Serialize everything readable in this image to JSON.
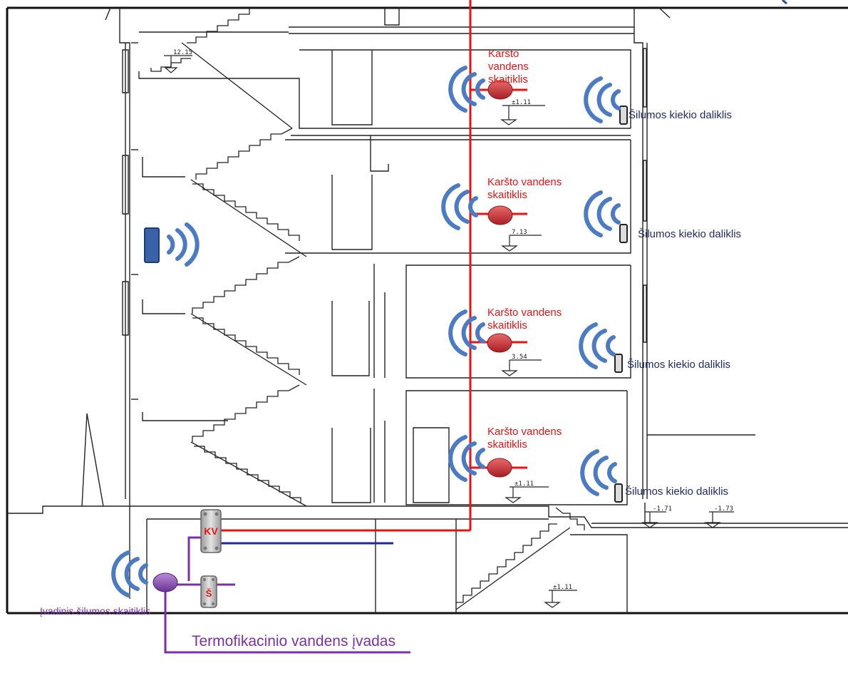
{
  "colors": {
    "hot_water_pipe": "#ee1111",
    "cold_pipe": "#1f2a9a",
    "district_heating": "#7b2fa8",
    "wireless": "#4a7bc4",
    "meter_red": "#c0282d",
    "meter_purple": "#8a4fb3",
    "building_lines": "#222222",
    "label_navy": "#1f2a6b"
  },
  "icons": {
    "wireless": "wireless-signal-icon",
    "hot_water_meter": "hot-water-meter-icon",
    "heat_allocator": "heat-cost-allocator-icon",
    "gateway": "data-collector-icon",
    "heat_exchanger": "heat-exchanger-icon"
  },
  "floors": [
    {
      "hot_water_meter": "Karšto vandens skaitiklis",
      "heat_allocator": "Šilumos kiekio daliklis",
      "level": "±1.11"
    },
    {
      "hot_water_meter": "Karšto vandens skaitiklis",
      "heat_allocator": "Šilumos kiekio daliklis",
      "level": "7.13"
    },
    {
      "hot_water_meter": "Karšto vandens skaitiklis",
      "heat_allocator": "Šilumos kiekio daliklis",
      "level": "3.54"
    },
    {
      "hot_water_meter": "Karšto vandens skaitiklis",
      "heat_allocator": "Šilumos kiekio daliklis",
      "level": "±1.11"
    }
  ],
  "stair_level": "12.15",
  "ground_levels": [
    "-1.71",
    "-1.73"
  ],
  "basement_level": "±1.11",
  "basement": {
    "exchanger_hot_water": "KV",
    "exchanger_heating": "Š",
    "main_meter": "Įvadinis šilumos skaitiklis",
    "district_heating_inlet": "Termofikacinio vandens įvadas"
  }
}
